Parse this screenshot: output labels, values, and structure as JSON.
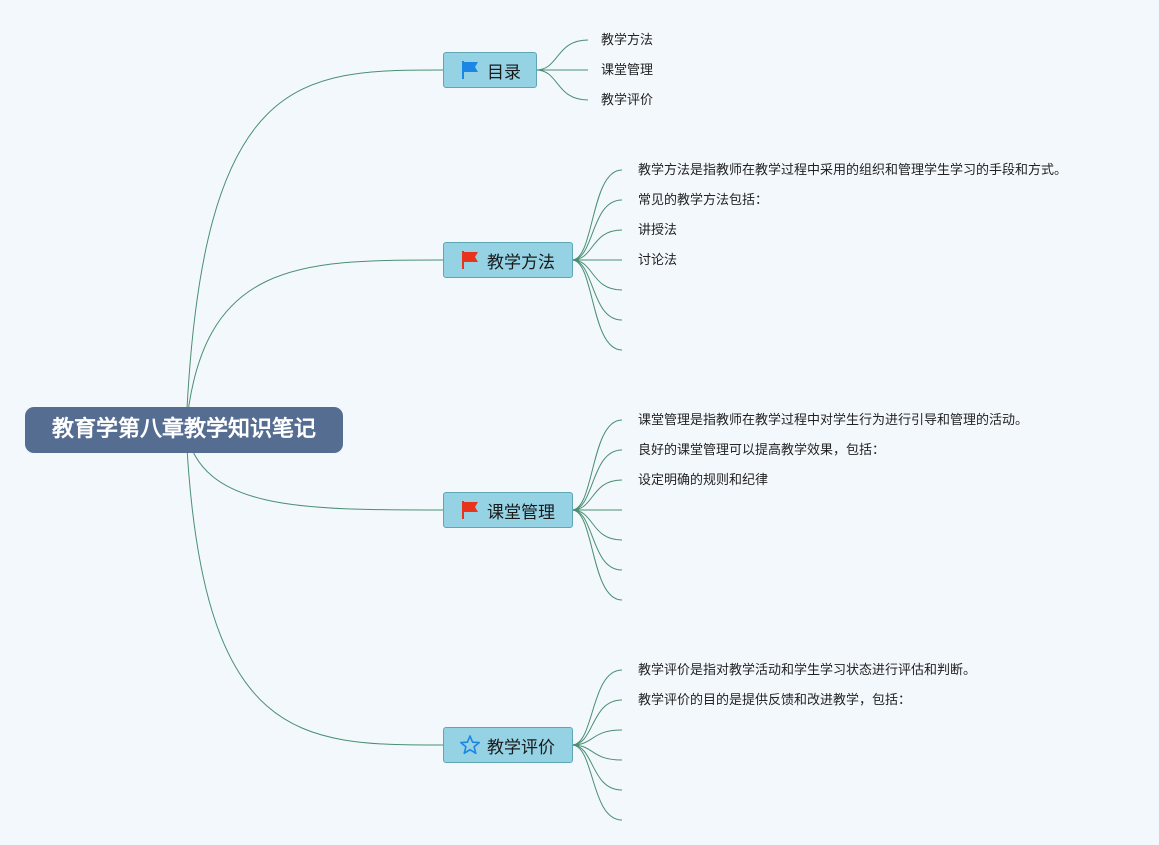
{
  "root": {
    "title": "教育学第八章教学知识笔记"
  },
  "colors": {
    "root_bg": "#566d92",
    "branch_bg": "#94d2e4",
    "link": "#4a8f72",
    "blue_flag": "#1b86e3",
    "red_flag": "#e8341c"
  },
  "branches": [
    {
      "label": "目录",
      "icon": "blue-flag-icon",
      "children": [
        "教学方法",
        "课堂管理",
        "教学评价"
      ],
      "empty_children": 0
    },
    {
      "label": "教学方法",
      "icon": "red-flag-icon",
      "children": [
        "教学方法是指教师在教学过程中采用的组织和管理学生学习的手段和方式。",
        "常见的教学方法包括：",
        "讲授法",
        "讨论法"
      ],
      "empty_children": 3
    },
    {
      "label": "课堂管理",
      "icon": "red-flag-icon",
      "children": [
        "课堂管理是指教师在教学过程中对学生行为进行引导和管理的活动。",
        "良好的课堂管理可以提高教学效果，包括：",
        "设定明确的规则和纪律"
      ],
      "empty_children": 4
    },
    {
      "label": "教学评价",
      "icon": "star-icon",
      "children": [
        "教学评价是指对教学活动和学生学习状态进行评估和判断。",
        "教学评价的目的是提供反馈和改进教学，包括："
      ],
      "empty_children": 4
    }
  ]
}
